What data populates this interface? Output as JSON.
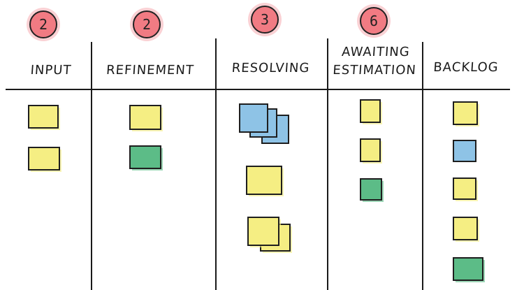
{
  "columns": [
    {
      "title_lines": [
        "INPUT"
      ],
      "wip_limit": "2"
    },
    {
      "title_lines": [
        "REFINEMENT"
      ],
      "wip_limit": "2"
    },
    {
      "title_lines": [
        "RESOLVING"
      ],
      "wip_limit": "3"
    },
    {
      "title_lines": [
        "AWAITING",
        "ESTIMATION"
      ],
      "wip_limit": "6"
    },
    {
      "title_lines": [
        "BACKLOG"
      ],
      "wip_limit": ""
    }
  ],
  "cards": {
    "input": [
      "yellow",
      "yellow"
    ],
    "refinement": [
      "yellow",
      "green"
    ],
    "resolving": [
      "blue",
      "blue",
      "blue",
      "yellow",
      "yellow",
      "yellow"
    ],
    "awaiting_estimation": [
      "yellow",
      "yellow",
      "green"
    ],
    "backlog": [
      "yellow",
      "blue",
      "yellow",
      "yellow",
      "green"
    ]
  },
  "colors": {
    "yellow": "#f5ee83",
    "green": "#5cbc87",
    "blue": "#8ec3e6",
    "wip_circle": "#f17b83",
    "ink": "#1a1a1a"
  }
}
